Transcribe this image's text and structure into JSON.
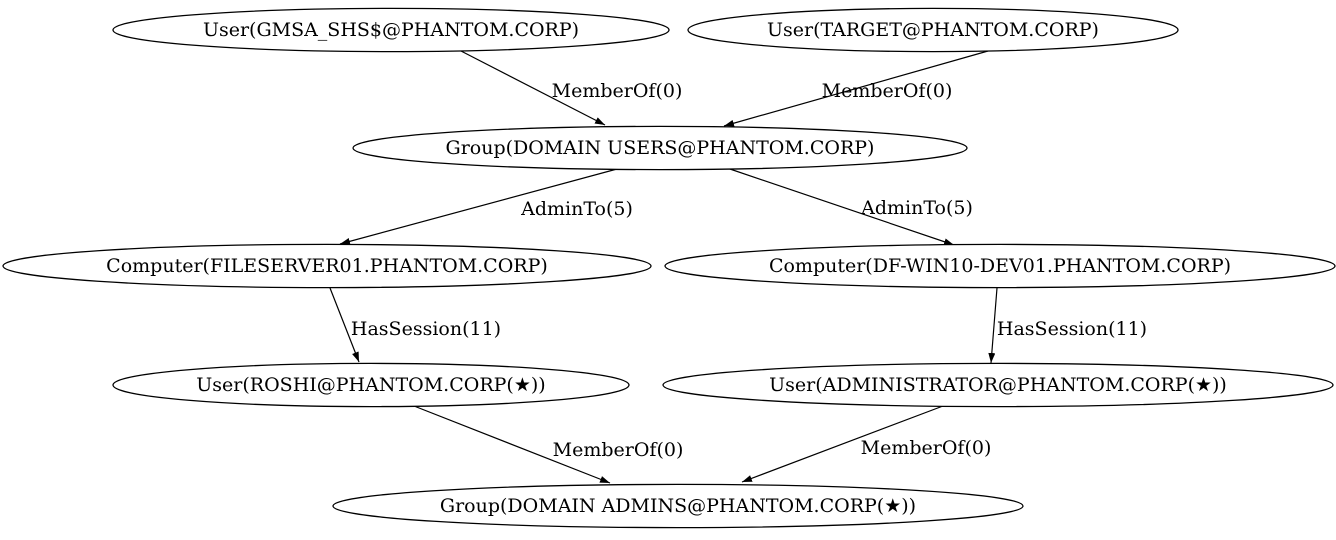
{
  "diagram": {
    "type": "directed-graph",
    "background_color": "#ffffff",
    "stroke_color": "#000000",
    "text_color": "#000000",
    "nodes": [
      {
        "id": "user-gmsa-shs",
        "label": "User(GMSA_SHS$@PHANTOM.CORP)"
      },
      {
        "id": "user-target",
        "label": "User(TARGET@PHANTOM.CORP)"
      },
      {
        "id": "group-domain-users",
        "label": "Group(DOMAIN USERS@PHANTOM.CORP)"
      },
      {
        "id": "computer-fileserver01",
        "label": "Computer(FILESERVER01.PHANTOM.CORP)"
      },
      {
        "id": "computer-df-win10-dev01",
        "label": "Computer(DF-WIN10-DEV01.PHANTOM.CORP)"
      },
      {
        "id": "user-roshi",
        "label": "User(ROSHI@PHANTOM.CORP(★))"
      },
      {
        "id": "user-administrator",
        "label": "User(ADMINISTRATOR@PHANTOM.CORP(★))"
      },
      {
        "id": "group-domain-admins",
        "label": "Group(DOMAIN ADMINS@PHANTOM.CORP(★))"
      }
    ],
    "edges": [
      {
        "from": "user-gmsa-shs",
        "to": "group-domain-users",
        "label": "MemberOf(0)"
      },
      {
        "from": "user-target",
        "to": "group-domain-users",
        "label": "MemberOf(0)"
      },
      {
        "from": "group-domain-users",
        "to": "computer-fileserver01",
        "label": "AdminTo(5)"
      },
      {
        "from": "group-domain-users",
        "to": "computer-df-win10-dev01",
        "label": "AdminTo(5)"
      },
      {
        "from": "computer-fileserver01",
        "to": "user-roshi",
        "label": "HasSession(11)"
      },
      {
        "from": "computer-df-win10-dev01",
        "to": "user-administrator",
        "label": "HasSession(11)"
      },
      {
        "from": "user-roshi",
        "to": "group-domain-admins",
        "label": "MemberOf(0)"
      },
      {
        "from": "user-administrator",
        "to": "group-domain-admins",
        "label": "MemberOf(0)"
      }
    ]
  }
}
